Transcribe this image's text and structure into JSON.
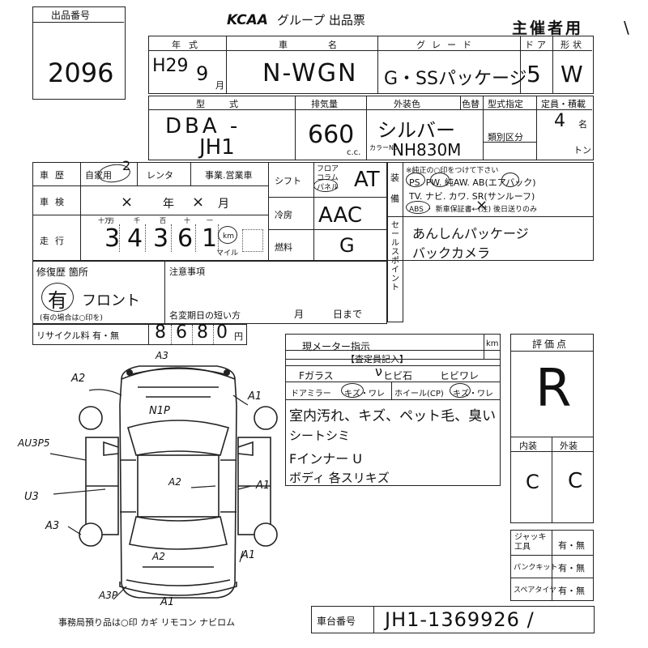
{
  "header": {
    "lot_label": "出品番号",
    "lot_number": "2096",
    "logo": "KCAA",
    "title": "グループ 出品票",
    "organizer": "主催者用",
    "corner_mark": "\\"
  },
  "vehicle": {
    "labels": {
      "year": "年式",
      "name": "車名",
      "grade": "グレード",
      "doors": "ドア",
      "body": "形状"
    },
    "year_h": "H29",
    "year_n": "9",
    "year_suffix": "月",
    "name": "N-WGN",
    "grade": "G・SSパッケージ",
    "doors": "5",
    "body": "W"
  },
  "specs": {
    "labels": {
      "model": "型式",
      "displacement": "排気量",
      "exterior": "外装色",
      "color_change": "色替",
      "type_spec": "型式指定",
      "capacity": "定員・積載",
      "category": "類別区分"
    },
    "model_1": "DBA -",
    "model_2": "JH1",
    "displacement": "660",
    "cc": "c.c.",
    "color": "シルバー",
    "color_no_label": "カラーNo.",
    "color_no": "NH830M",
    "capacity": "4",
    "capacity_unit": "名",
    "ton_unit": "トン"
  },
  "usage": {
    "labels": {
      "car_usage": "車歴",
      "private": "自家用",
      "rental": "レンタ",
      "business": "事業.営業車"
    },
    "inspect_label": "車検",
    "inspect_year": "×",
    "inspect_month": "×",
    "year_unit": "年",
    "month_unit": "月",
    "mileage_label": "走行",
    "mileage_units": [
      "十万",
      "万",
      "千",
      "百",
      "十",
      "一"
    ],
    "mileage_digits": [
      "3",
      "4",
      "3",
      "6",
      "1"
    ],
    "km_label": "km",
    "mile_label": "マイル",
    "shift_label": "シフト",
    "shift_options": [
      "フロア",
      "コラム",
      "パネル"
    ],
    "shift_value": "AT",
    "ac_label": "冷房",
    "ac_value": "AAC",
    "fuel_label": "燃料",
    "fuel_value": "G"
  },
  "equipment": {
    "side_label": "装備",
    "note": "※純正の○印をつけて下さい",
    "row1": "PS. PW. 純AW. AB(エアバック)",
    "row2": "TV. ナビ. カワ. SR(サンルーフ)",
    "row3": "ABS ・ 新車保証書←(注) 後日送りのみ"
  },
  "selling": {
    "side_label": "セールスポイント",
    "line1": "あんしんパッケージ",
    "line2": "バックカメラ"
  },
  "repair": {
    "label": "修復歴 箇所",
    "value": "有",
    "location": "フロント",
    "note": "(有の場合は○印を)"
  },
  "notice": {
    "label": "注意事項",
    "short_deadline": "名変期日の短い方",
    "month": "月",
    "day": "日まで"
  },
  "recycle": {
    "label": "リサイクル料 有・無",
    "digits": [
      "8",
      "6",
      "8",
      "0"
    ],
    "unit": "円"
  },
  "meter": {
    "label": "現メーター指示",
    "unit": "km",
    "inspector": "【査定員記入】",
    "f_glass": "Fガラス",
    "chip": "ヒビ石",
    "crack": "ヒビワレ",
    "door_mirror": "ドアミラー",
    "mirror_value": "キズ・ワレ",
    "wheel": "ホイール(CP)",
    "wheel_value": "キズ・ワレ",
    "notes": [
      "室内汚れ、キズ、ペット毛、臭い",
      "シートシミ",
      "Fインナー U",
      "ボディ 各スリキズ"
    ]
  },
  "grade_box": {
    "label": "評価点",
    "score": "R",
    "interior_label": "内装",
    "exterior_label": "外装",
    "interior": "C",
    "exterior": "C"
  },
  "accessories": {
    "jack": "ジャッキ工具",
    "puncture": "パンクキット",
    "spare": "スペアタイヤ",
    "yesno": "有・無"
  },
  "chassis": {
    "label": "車台番号",
    "value": "JH1-1369926 /"
  },
  "diagram": {
    "marks": {
      "a3_top": "A3",
      "a2_left": "A2",
      "a1_right": "A1",
      "n1p": "N1P",
      "au3p": "AU3P5",
      "u3": "U3",
      "a2_center": "A2",
      "a1_right2": "A1",
      "a3_left": "A3",
      "a2_trunk": "A2",
      "a1_rear": "A1",
      "a3p": "A3P",
      "a1_bottom": "A1"
    },
    "footer": "事務局預り品は○印  カギ リモコン ナビロム"
  }
}
